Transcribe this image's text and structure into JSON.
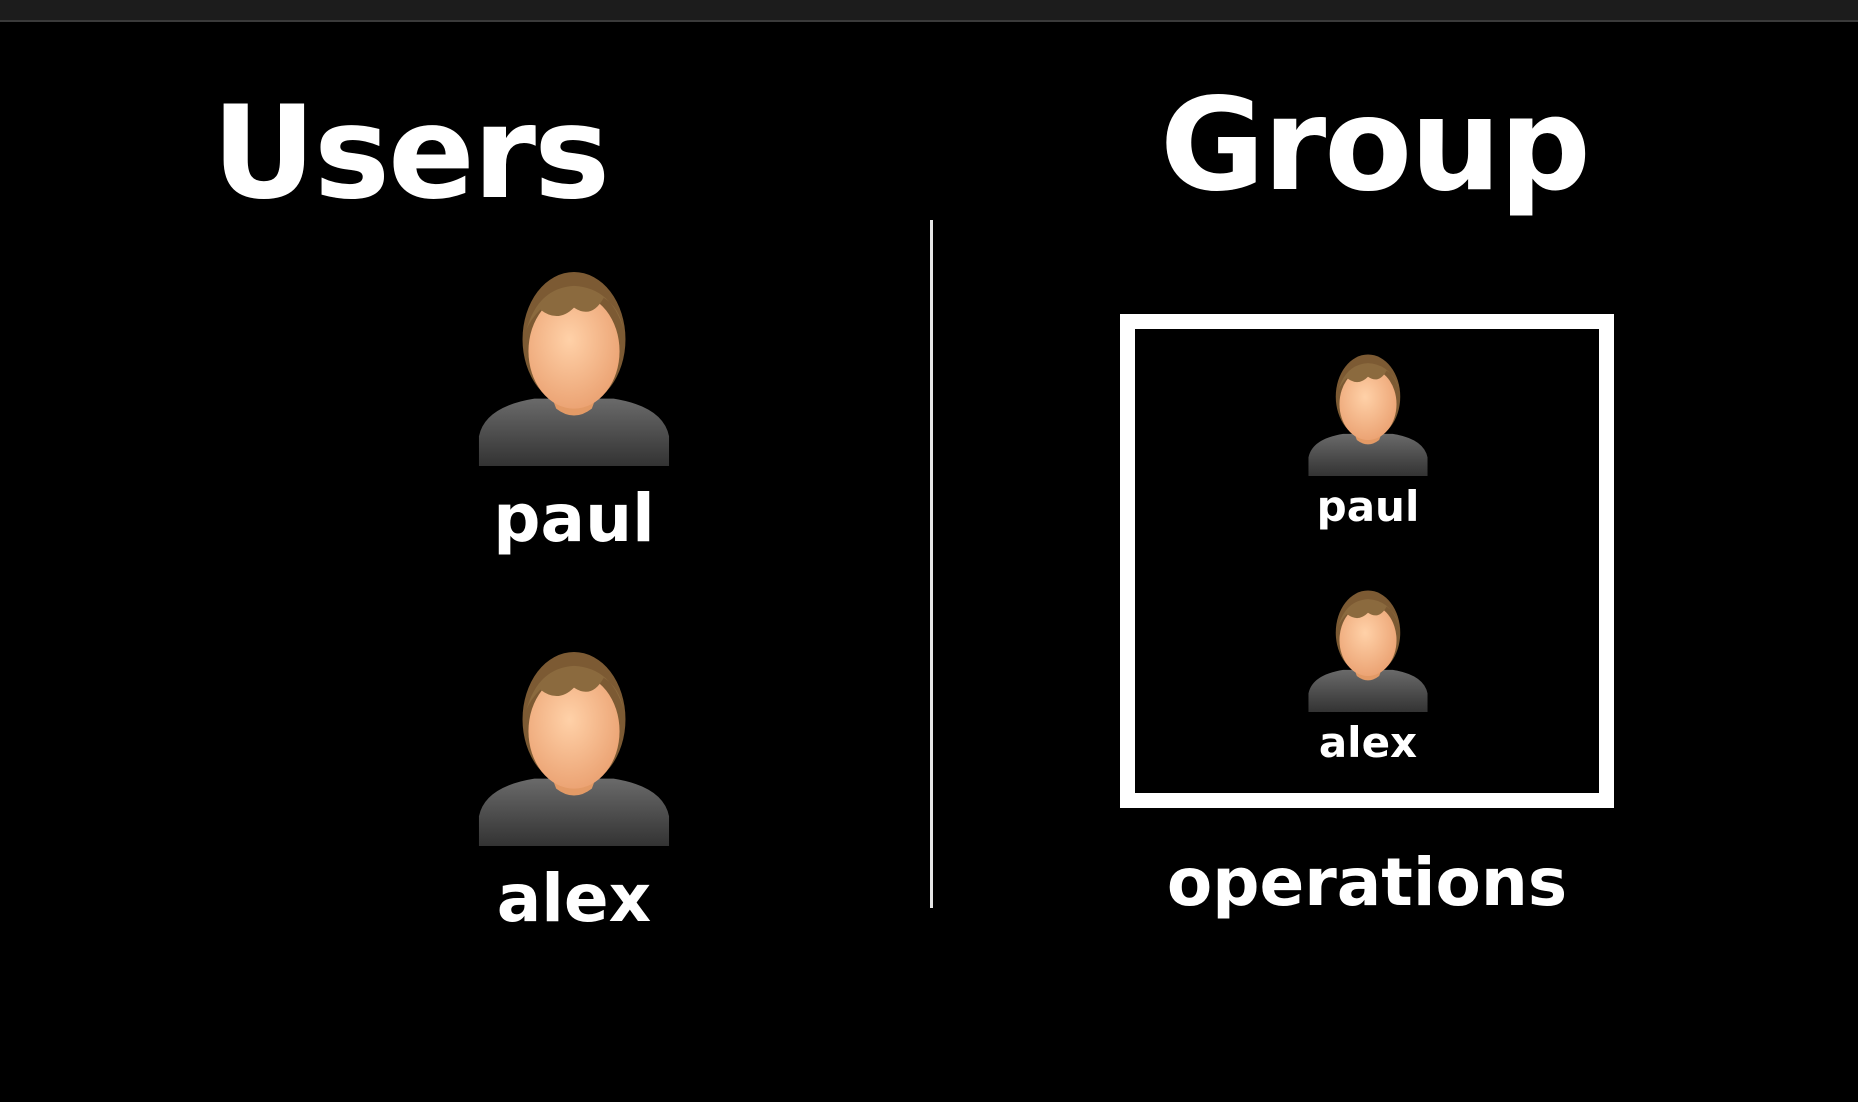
{
  "headings": {
    "users": "Users",
    "group": "Group"
  },
  "users": [
    {
      "name": "paul"
    },
    {
      "name": "alex"
    }
  ],
  "group": {
    "name": "operations",
    "members": [
      {
        "name": "paul"
      },
      {
        "name": "alex"
      }
    ]
  },
  "icons": {
    "user": "user-avatar-icon"
  },
  "colors": {
    "background": "#000000",
    "text": "#ffffff",
    "skin": "#f7b98a",
    "hair": "#8b6a3e",
    "shirt": "#4a4a4a"
  }
}
